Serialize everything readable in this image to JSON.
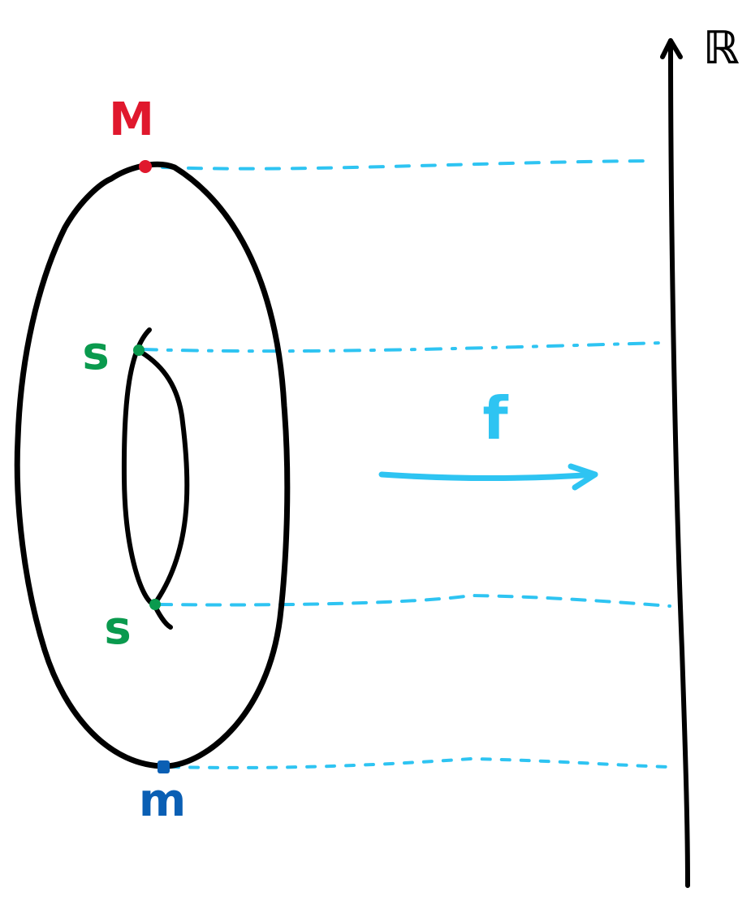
{
  "labels": {
    "max": "M",
    "saddle_upper": "s",
    "saddle_lower": "s",
    "min": "m",
    "function": "f",
    "reals": "ℝ"
  },
  "colors": {
    "stroke": "#000000",
    "max": "#e0182d",
    "saddle": "#0a9a4e",
    "min": "#0a5fb4",
    "level": "#2ec4f2"
  }
}
